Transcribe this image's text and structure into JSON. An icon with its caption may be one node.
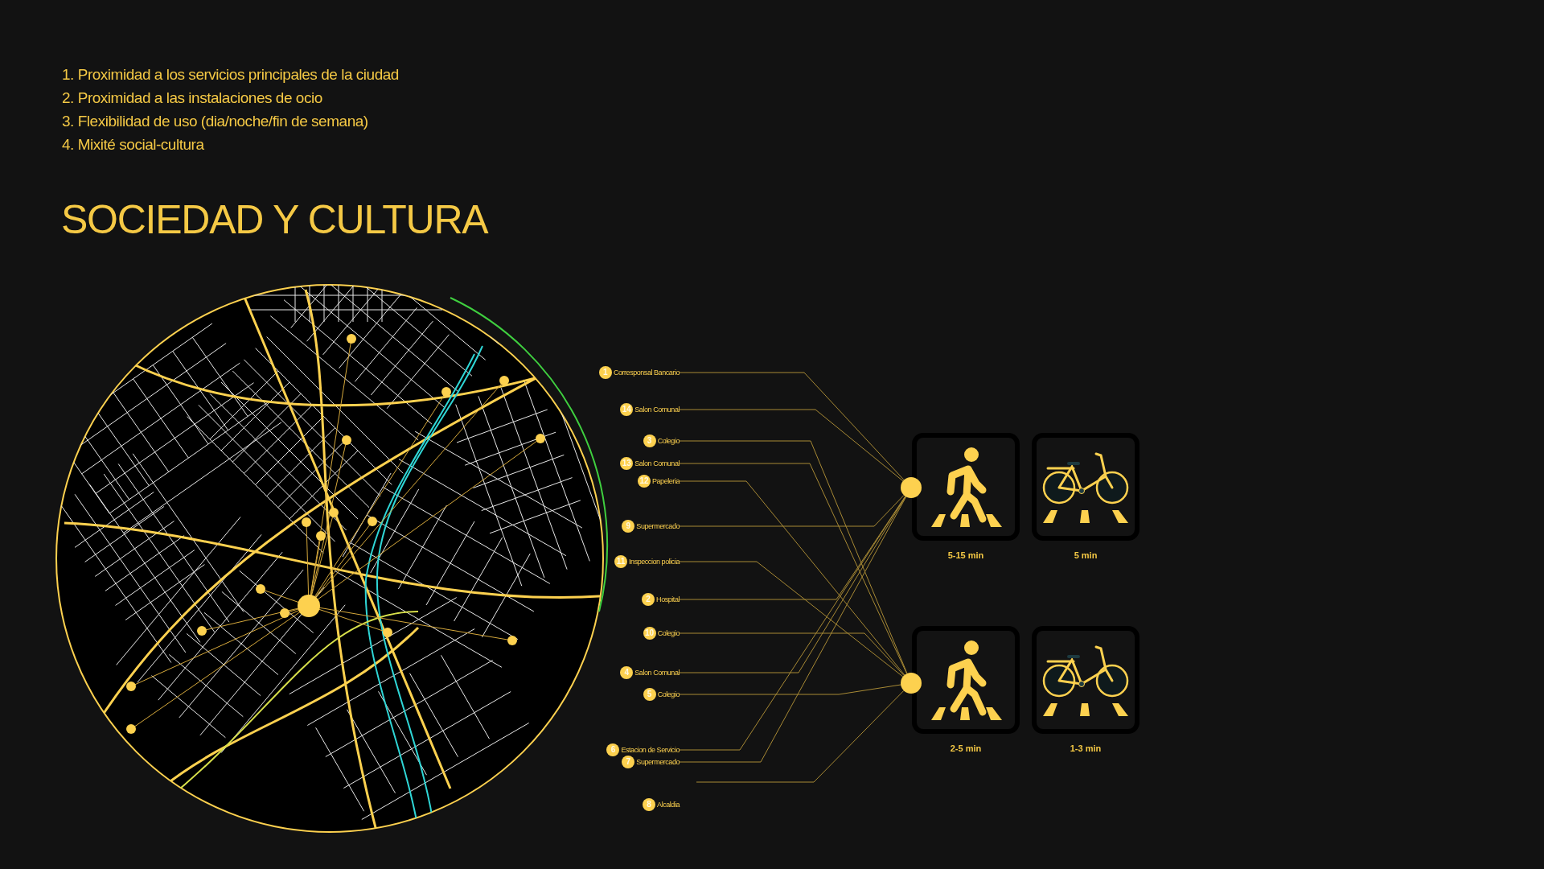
{
  "diagram": {
    "title": "SOCIEDAD Y CULTURA",
    "nodes": [
      {
        "text": [
          "1"
        ],
        "beside": [
          "Corresponsal Bancario"
        ]
      },
      {
        "text": [
          "14"
        ],
        "beside": [
          "Salon Comunal"
        ]
      },
      {
        "text": [
          "3"
        ],
        "beside": [
          "Colegio"
        ]
      },
      {
        "text": [
          "13"
        ],
        "beside": [
          "Salon Comunal"
        ]
      },
      {
        "text": [
          "12"
        ],
        "beside": [
          "Papeleria"
        ]
      },
      {
        "text": [
          "9"
        ],
        "beside": [
          "Supermercado"
        ]
      },
      {
        "text": [
          "11"
        ],
        "beside": [
          "Inspeccion policia"
        ]
      },
      {
        "text": [
          "2"
        ],
        "beside": [
          "Hospital"
        ]
      },
      {
        "text": [
          "10"
        ],
        "beside": [
          "Colegio"
        ]
      },
      {
        "text": [
          "4"
        ],
        "beside": [
          "Salon Comunal"
        ]
      },
      {
        "text": [
          "5"
        ],
        "beside": [
          "Colegio"
        ]
      },
      {
        "text": [
          "6"
        ],
        "beside": [
          "Estacion de Servicio"
        ]
      },
      {
        "text": [
          "7"
        ],
        "beside": [
          "Supermercado"
        ]
      },
      {
        "text": [
          "8"
        ],
        "beside": [
          "Alcaldia"
        ]
      },
      {
        "text": [],
        "shape": "circle"
      },
      {
        "text": [],
        "shape": "circle"
      },
      {
        "text": [],
        "shape": "picture",
        "beside": [
          "5-15 min"
        ]
      },
      {
        "text": [],
        "shape": "picture",
        "beside": [
          "5 min"
        ]
      },
      {
        "text": [],
        "shape": "picture",
        "beside": [
          "2-5 min"
        ]
      },
      {
        "text": [],
        "shape": "picture",
        "beside": [
          "1-3 min"
        ]
      }
    ],
    "edges": [
      {
        "from": 0,
        "to": 14,
        "arrow": "none"
      },
      {
        "from": 1,
        "to": 14,
        "arrow": "none"
      },
      {
        "from": 2,
        "to": 15,
        "arrow": "none"
      },
      {
        "from": 3,
        "to": 15,
        "arrow": "none"
      },
      {
        "from": 4,
        "to": 15,
        "arrow": "none"
      },
      {
        "from": 5,
        "to": 14,
        "arrow": "none"
      },
      {
        "from": 6,
        "to": 15,
        "arrow": "none"
      },
      {
        "from": 7,
        "to": 14,
        "arrow": "none"
      },
      {
        "from": 8,
        "to": 15,
        "arrow": "none"
      },
      {
        "from": 9,
        "to": 14,
        "arrow": "none"
      },
      {
        "from": 10,
        "to": 15,
        "arrow": "none"
      },
      {
        "from": 11,
        "to": 14,
        "arrow": "none"
      },
      {
        "from": 12,
        "to": 14,
        "arrow": "none"
      },
      {
        "from": null,
        "to": 15,
        "arrow": "none"
      }
    ],
    "labels": [
      "1. Proximidad a los servicios principales de la ciudad",
      "2. Proximidad a las instalaciones de ocio",
      "3. Flexibilidad de uso (dia/noche/fin de semana)",
      "4. Mixité social-cultura"
    ]
  }
}
